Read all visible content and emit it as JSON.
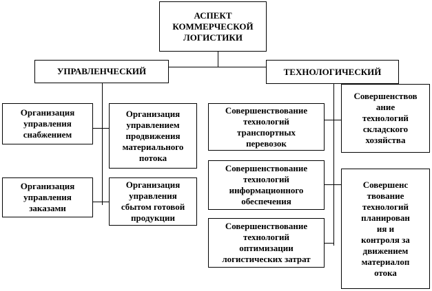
{
  "root": "АСПЕКТ\nКОММЕРЧЕСКОЙ\nЛОГИСТИКИ",
  "managerial": {
    "title": "УПРАВЛЕНЧЕСКИЙ",
    "items": [
      "Организация\nуправления\nснабжением",
      "Организация\nуправлением\nпродвижения\nматериального\nпотока",
      "Организация\nуправления\nзаказами",
      "Организация\nуправления\nсбытом готовой\nпродукции"
    ]
  },
  "technological": {
    "title": "ТЕХНОЛОГИЧЕСКИЙ",
    "items": [
      "Совершенствование\nтехнологий\nтранспортных\nперевозок",
      "Совершенствование\nтехнологий\nинформационного\nобеспечения",
      "Совершенствование\nтехнологий\nоптимизации\nлогистических затрат",
      "Совершенствов\nание\nтехнологий\nскладского\nхозяйства",
      "Совершенс\nтвование\nтехнологий\nпланирован\nия и\nконтроля за\nдвижением\nматериалоп\nотока"
    ]
  }
}
